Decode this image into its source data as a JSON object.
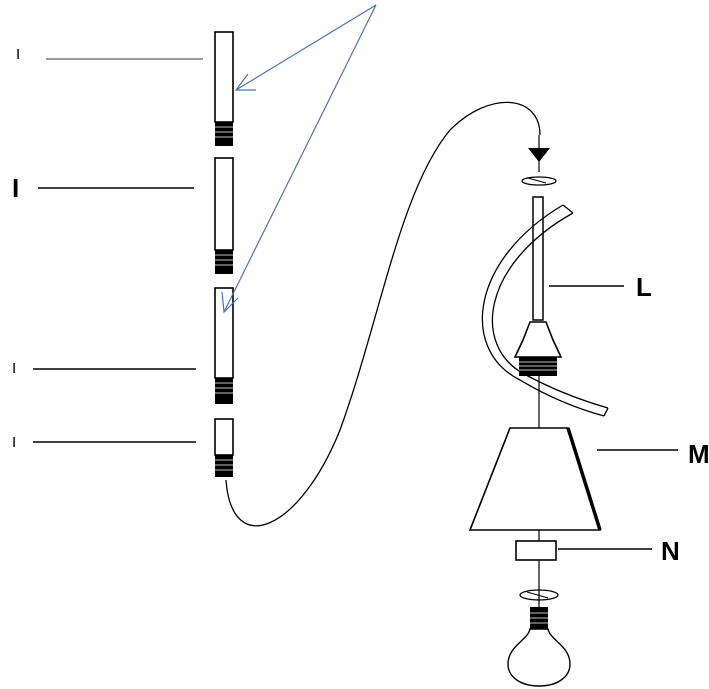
{
  "labels": {
    "tube1": "I",
    "tube2": "I",
    "tube3": "I",
    "tube4": "I",
    "rod": "L",
    "shade": "M",
    "ring": "N"
  },
  "colors": {
    "line": "#000000",
    "arrow": "#4a72b8",
    "leader_light": "#9a9a9a",
    "background": "#ffffff"
  }
}
